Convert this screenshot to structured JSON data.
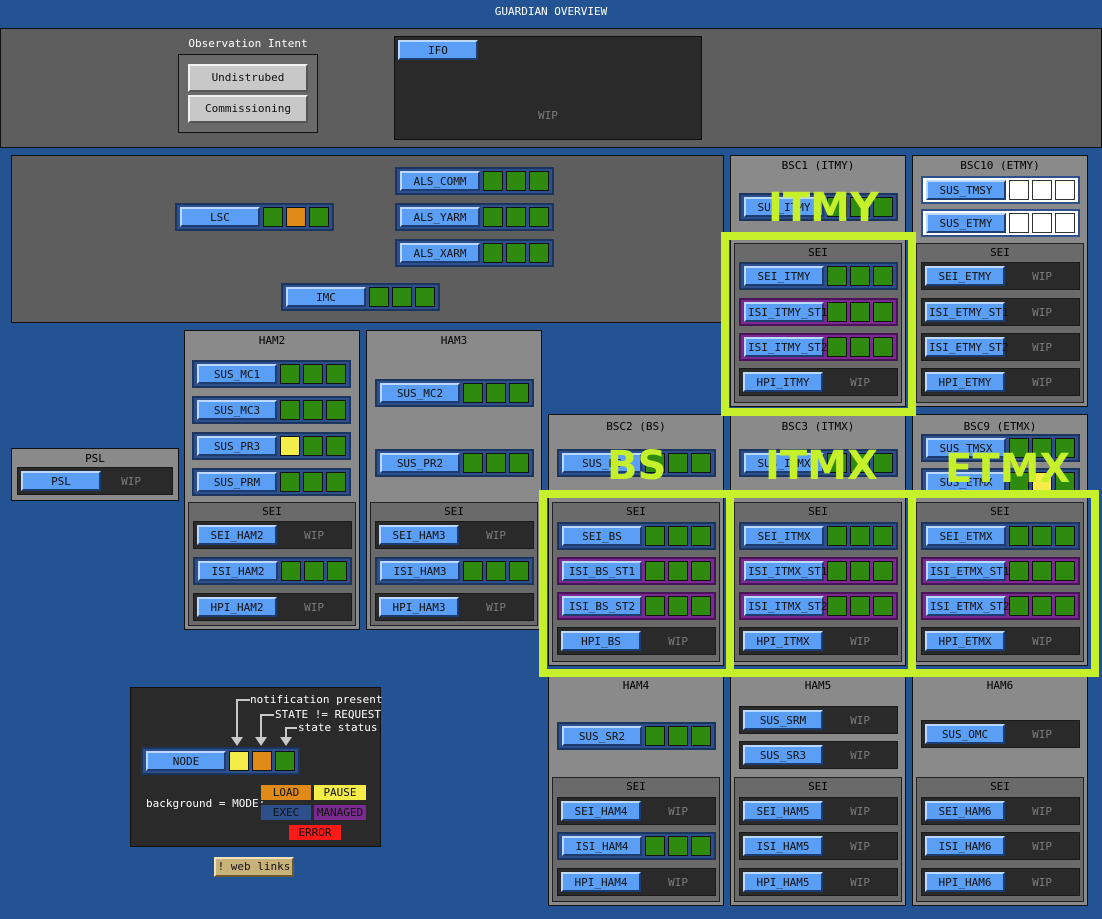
{
  "title": "GUARDIAN OVERVIEW",
  "intent": {
    "label": "Observation Intent",
    "btn1": "Undistrubed",
    "btn2": "Commissioning"
  },
  "ifo": {
    "label": "IFO",
    "wip": "WIP"
  },
  "top": {
    "lsc": "LSC",
    "als_comm": "ALS_COMM",
    "als_yarm": "ALS_YARM",
    "als_xarm": "ALS_XARM",
    "imc": "IMC"
  },
  "ham2": {
    "title": "HAM2",
    "sus_mc1": "SUS_MC1",
    "sus_mc3": "SUS_MC3",
    "sus_pr3": "SUS_PR3",
    "sus_prm": "SUS_PRM",
    "sei": "SEI",
    "sei_ham2": "SEI_HAM2",
    "isi_ham2": "ISI_HAM2",
    "hpi_ham2": "HPI_HAM2"
  },
  "ham3": {
    "title": "HAM3",
    "sus_mc2": "SUS_MC2",
    "sus_pr2": "SUS_PR2",
    "sei": "SEI",
    "sei_ham3": "SEI_HAM3",
    "isi_ham3": "ISI_HAM3",
    "hpi_ham3": "HPI_HAM3"
  },
  "psl": {
    "title": "PSL",
    "node": "PSL"
  },
  "bsc1": {
    "title": "BSC1 (ITMY)",
    "sus": "SUS_ITMY",
    "sei": "SEI",
    "sei_node": "SEI_ITMY",
    "isi1": "ISI_ITMY_ST1",
    "isi2": "ISI_ITMY_ST2",
    "hpi": "HPI_ITMY"
  },
  "bsc10": {
    "title": "BSC10 (ETMY)",
    "sus_tmsy": "SUS_TMSY",
    "sus_etmy": "SUS_ETMY",
    "sei": "SEI",
    "sei_node": "SEI_ETMY",
    "isi1": "ISI_ETMY_ST1",
    "isi2": "ISI_ETMY_ST2",
    "hpi": "HPI_ETMY"
  },
  "bsc2": {
    "title": "BSC2 (BS)",
    "sus": "SUS_BS",
    "sei": "SEI",
    "sei_node": "SEI_BS",
    "isi1": "ISI_BS_ST1",
    "isi2": "ISI_BS_ST2",
    "hpi": "HPI_BS"
  },
  "bsc3": {
    "title": "BSC3 (ITMX)",
    "sus": "SUS_ITMX",
    "sei": "SEI",
    "sei_node": "SEI_ITMX",
    "isi1": "ISI_ITMX_ST1",
    "isi2": "ISI_ITMX_ST2",
    "hpi": "HPI_ITMX"
  },
  "bsc9": {
    "title": "BSC9 (ETMX)",
    "sus_tmsx": "SUS_TMSX",
    "sus_etmx": "SUS_ETMX",
    "sei": "SEI",
    "sei_node": "SEI_ETMX",
    "isi1": "ISI_ETMX_ST1",
    "isi2": "ISI_ETMX_ST2",
    "hpi": "HPI_ETMX"
  },
  "ham4": {
    "title": "HAM4",
    "sus_sr2": "SUS_SR2",
    "sei": "SEI",
    "sei_node": "SEI_HAM4",
    "isi": "ISI_HAM4",
    "hpi": "HPI_HAM4"
  },
  "ham5": {
    "title": "HAM5",
    "sus_srm": "SUS_SRM",
    "sus_sr3": "SUS_SR3",
    "sei": "SEI",
    "sei_node": "SEI_HAM5",
    "isi": "ISI_HAM5",
    "hpi": "HPI_HAM5"
  },
  "ham6": {
    "title": "HAM6",
    "sus_omc": "SUS_OMC",
    "sei": "SEI",
    "sei_node": "SEI_HAM6",
    "isi": "ISI_HAM6",
    "hpi": "HPI_HAM6"
  },
  "wip": "WIP",
  "overlays": {
    "itmy": "ITMY",
    "bs": "BS",
    "itmx": "ITMX",
    "etmx": "ETMX"
  },
  "legend": {
    "notification": "notification present",
    "state_request": "STATE != REQUEST",
    "state_status": "state status",
    "node": "NODE",
    "background": "background = MODE:",
    "load": "LOAD",
    "pause": "PAUSE",
    "exec": "EXEC",
    "managed": "MANAGED",
    "error": "ERROR"
  },
  "web_links": "! web links",
  "colors": {
    "background": "#235392",
    "highlight": "#c5f02a",
    "ok": "#2e8b10",
    "notify": "#f4ec48",
    "state_req": "#e08a18"
  }
}
